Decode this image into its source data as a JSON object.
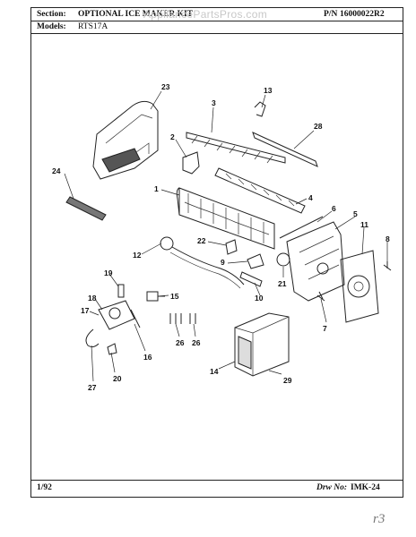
{
  "header": {
    "section_label": "Section:",
    "section_value": "OPTIONAL ICE MAKER KIT",
    "pn_label": "P/N",
    "pn_value": "16000022R2",
    "models_label": "Models:",
    "models_value": "RTS17A"
  },
  "watermark": "AppliancePartsPros.com",
  "footer": {
    "date": "1/92",
    "drawing_label": "Drw No:",
    "drawing_value": "IMK-24"
  },
  "corner_mark": "r3",
  "callouts": [
    "1",
    "2",
    "3",
    "4",
    "5",
    "6",
    "7",
    "8",
    "9",
    "10",
    "11",
    "12",
    "13",
    "14",
    "15",
    "16",
    "17",
    "18",
    "19",
    "20",
    "21",
    "22",
    "23",
    "24",
    "26",
    "26",
    "27",
    "28",
    "29"
  ]
}
